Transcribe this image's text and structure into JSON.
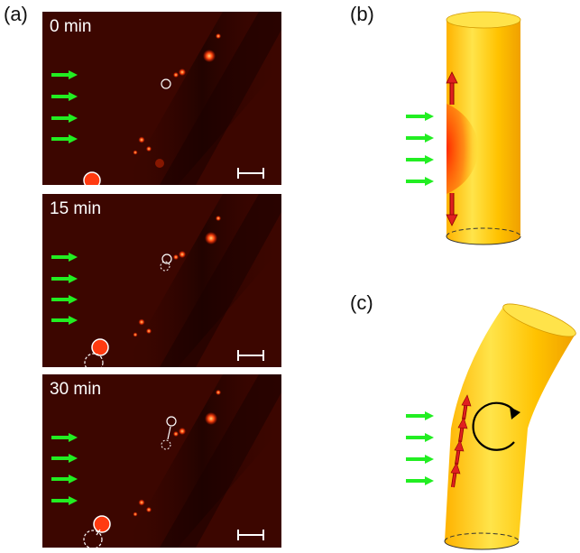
{
  "panels": {
    "a": "(a)",
    "b": "(b)",
    "c": "(c)"
  },
  "frames": [
    {
      "time": "0 min"
    },
    {
      "time": "15 min"
    },
    {
      "time": "30 min"
    }
  ],
  "colors": {
    "arrow_green": "#22ee22",
    "arrow_red": "#e02020",
    "cylinder_yellow": "#ffc400",
    "microscopy_bg": "#3a0500"
  }
}
